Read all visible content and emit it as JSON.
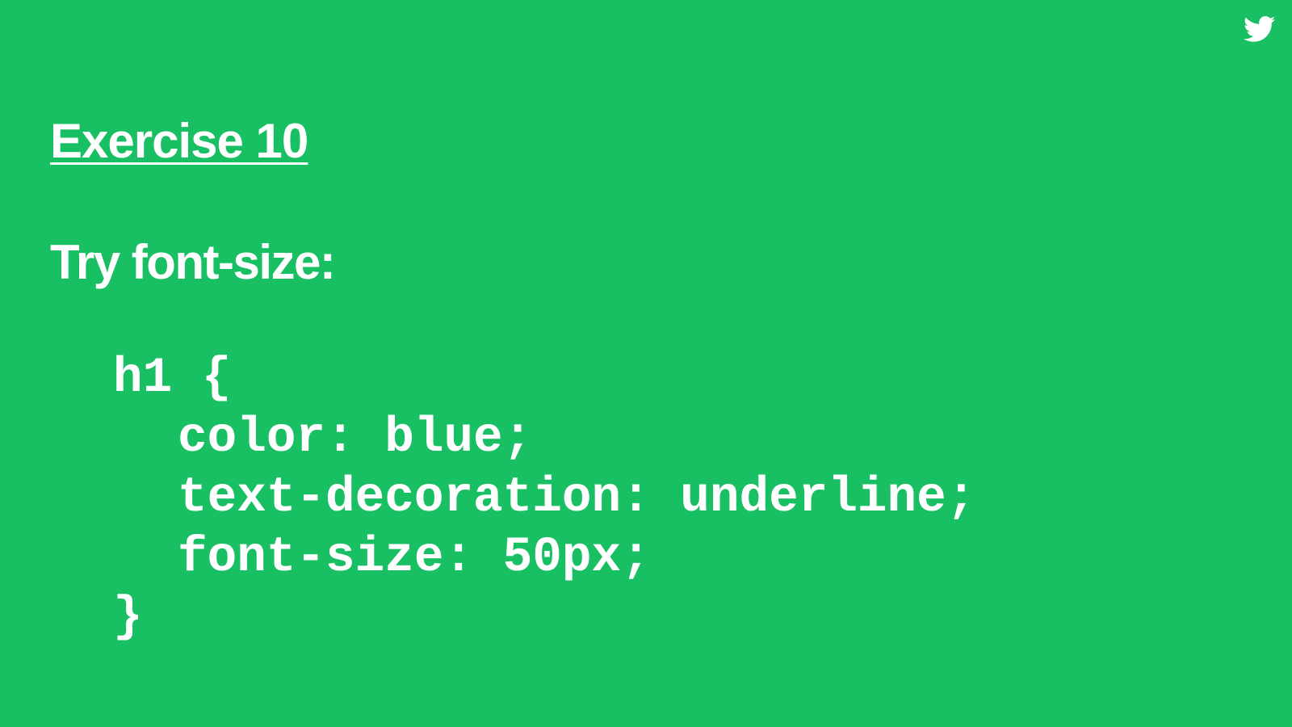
{
  "slide": {
    "background_color": "#19bf63",
    "text_color": "#ffffff",
    "corner_icon": "twitter-bird-icon",
    "title": "Exercise 10",
    "subtitle": "Try font-size:",
    "code_lines": [
      "h1 {",
      "color: blue;",
      "text-decoration: underline;",
      "font-size: 50px;",
      "}"
    ]
  }
}
